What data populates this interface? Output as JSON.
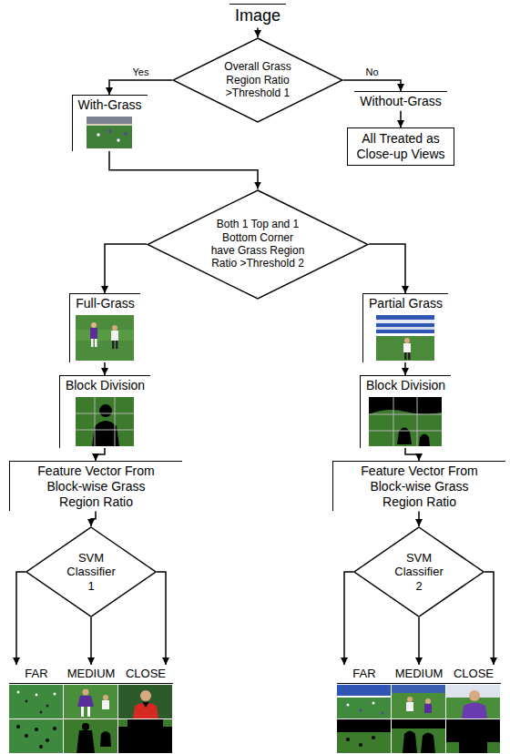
{
  "diagram": {
    "nodes": [
      {
        "text": [
          "Image"
        ]
      },
      {
        "text": [
          "Overall Grass Region Ratio >Threshold 1"
        ]
      },
      {
        "text": [
          "With-Grass"
        ]
      },
      {
        "text": [
          "Without-Grass"
        ]
      },
      {
        "text": [
          "All Treated as Close-up Views"
        ]
      },
      {
        "text": [
          "Both 1 Top and 1 Bottom Corner have Grass Region Ratio >Threshold 2"
        ]
      },
      {
        "text": [
          "Full-Grass"
        ]
      },
      {
        "text": [
          "Partial Grass"
        ]
      },
      {
        "text": [
          "Block Division"
        ]
      },
      {
        "text": [
          "Block Division"
        ]
      },
      {
        "text": [
          "Feature Vector From Block-wise Grass Region Ratio"
        ]
      },
      {
        "text": [
          "Feature Vector From Block-wise Grass Region Ratio"
        ]
      },
      {
        "text": [
          "SVM Classifier 1"
        ]
      },
      {
        "text": [
          "SVM Classifier 2"
        ]
      },
      {
        "text": [
          "FAR"
        ]
      },
      {
        "text": [
          "MEDIUM"
        ]
      },
      {
        "text": [
          "CLOSE"
        ]
      },
      {
        "text": [
          "FAR"
        ]
      },
      {
        "text": [
          "MEDIUM"
        ]
      },
      {
        "text": [
          "CLOSE"
        ]
      }
    ],
    "edges": [
      {
        "from": 0,
        "to": 1,
        "arrow": "to"
      },
      {
        "from": 1,
        "to": 2,
        "label": "Yes",
        "arrow": "to"
      },
      {
        "from": 1,
        "to": 3,
        "label": "No",
        "arrow": "to"
      },
      {
        "from": 3,
        "to": 4,
        "arrow": "to"
      },
      {
        "from": 2,
        "to": 5,
        "arrow": "to"
      },
      {
        "from": 5,
        "to": 6,
        "arrow": "to"
      },
      {
        "from": 5,
        "to": 7,
        "arrow": "to"
      },
      {
        "from": 6,
        "to": 8,
        "arrow": "to"
      },
      {
        "from": 7,
        "to": 9,
        "arrow": "to"
      },
      {
        "from": 8,
        "to": 10,
        "arrow": "to"
      },
      {
        "from": 9,
        "to": 11,
        "arrow": "to"
      },
      {
        "from": 10,
        "to": 12,
        "arrow": "to"
      },
      {
        "from": 11,
        "to": 13,
        "arrow": "to"
      },
      {
        "from": 12,
        "to": 14,
        "arrow": "to"
      },
      {
        "from": 12,
        "to": 15,
        "arrow": "to"
      },
      {
        "from": 12,
        "to": 16,
        "arrow": "to"
      },
      {
        "from": 13,
        "to": 17,
        "arrow": "to"
      },
      {
        "from": 13,
        "to": 18,
        "arrow": "to"
      },
      {
        "from": 13,
        "to": 19,
        "arrow": "to"
      }
    ]
  }
}
